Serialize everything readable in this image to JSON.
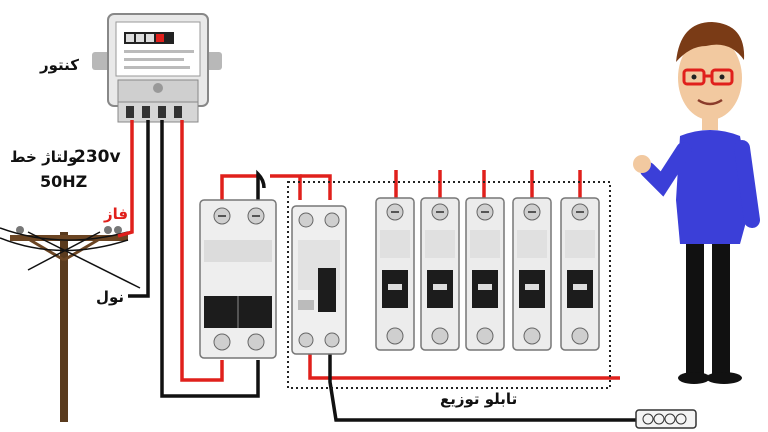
{
  "labels": {
    "meter": "کنتور",
    "voltage_line": "ولتاژ خط",
    "voltage_value": "230v",
    "frequency": "50HZ",
    "phase": "فاز",
    "neutral": "نول",
    "distribution_panel": "تابلو توزیع"
  },
  "colors": {
    "phase_wire": "#e0201c",
    "neutral_wire": "#111111",
    "shirt": "#3b3fd8",
    "panel_border": "#222222"
  },
  "icons": {
    "meter": "energy-meter-icon",
    "main_breaker": "double-pole-breaker-icon",
    "rccb": "rccb-icon",
    "mcb": "single-pole-breaker-icon",
    "pole": "utility-pole-icon",
    "presenter": "cartoon-man-icon",
    "ground": "ground-rod-icon"
  }
}
